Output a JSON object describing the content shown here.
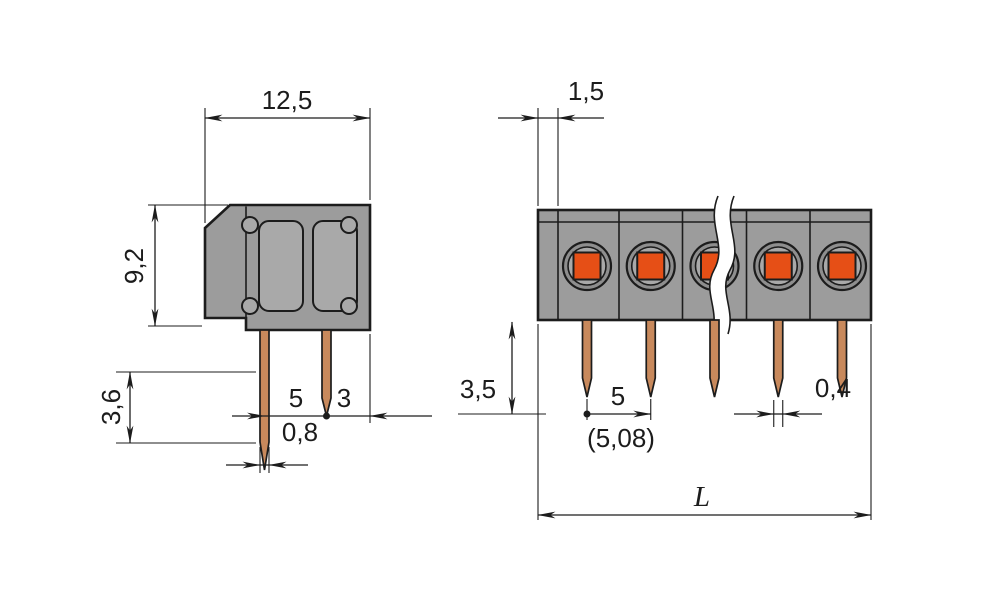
{
  "drawing": {
    "side_view": {
      "width": "12,5",
      "height": "9,2",
      "pin_length": "3,6",
      "pin_pitch": "5",
      "pin_to_edge": "3",
      "pin_width": "0,8"
    },
    "front_view": {
      "end_offset": "1,5",
      "pin_drop": "3,5",
      "pitch": "5",
      "pitch_alt": "(5,08)",
      "pin_thickness": "0,4",
      "overall_length": "L"
    }
  },
  "colors": {
    "line": "#1c1c1c",
    "body": "#9c9c9c",
    "body-light": "#a9a9a9",
    "body-dark": "#8e8e8e",
    "accent-orange": "#e64f16",
    "pin-copper": "#c8895c",
    "background": "#ffffff"
  }
}
